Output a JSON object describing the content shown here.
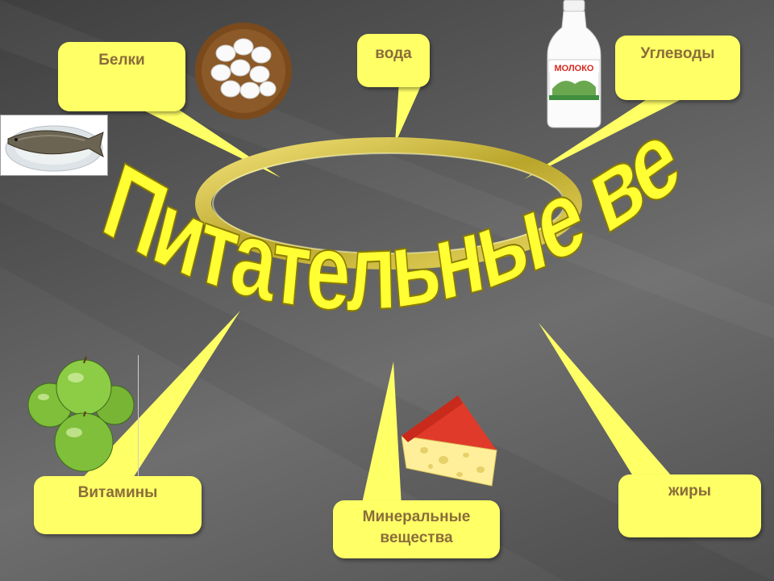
{
  "title": "Питательные вещества",
  "colors": {
    "callout_fill": "#ffff66",
    "callout_text": "#8a6d3b",
    "title_fill": "#ffff33",
    "ring_fill": "#d4c23a"
  },
  "nodes": {
    "proteins": "Белки",
    "water": "вода",
    "carbs": "Углеводы",
    "vitamins": "Витамины",
    "minerals_line1": "Минеральные",
    "minerals_line2": "вещества",
    "fats": "жиры"
  },
  "images": {
    "milk_label": "МОЛОКО"
  },
  "icons": [
    "eggs-bowl-icon",
    "fish-plate-icon",
    "milk-bottle-icon",
    "green-apples-icon",
    "cheese-wedge-icon"
  ]
}
